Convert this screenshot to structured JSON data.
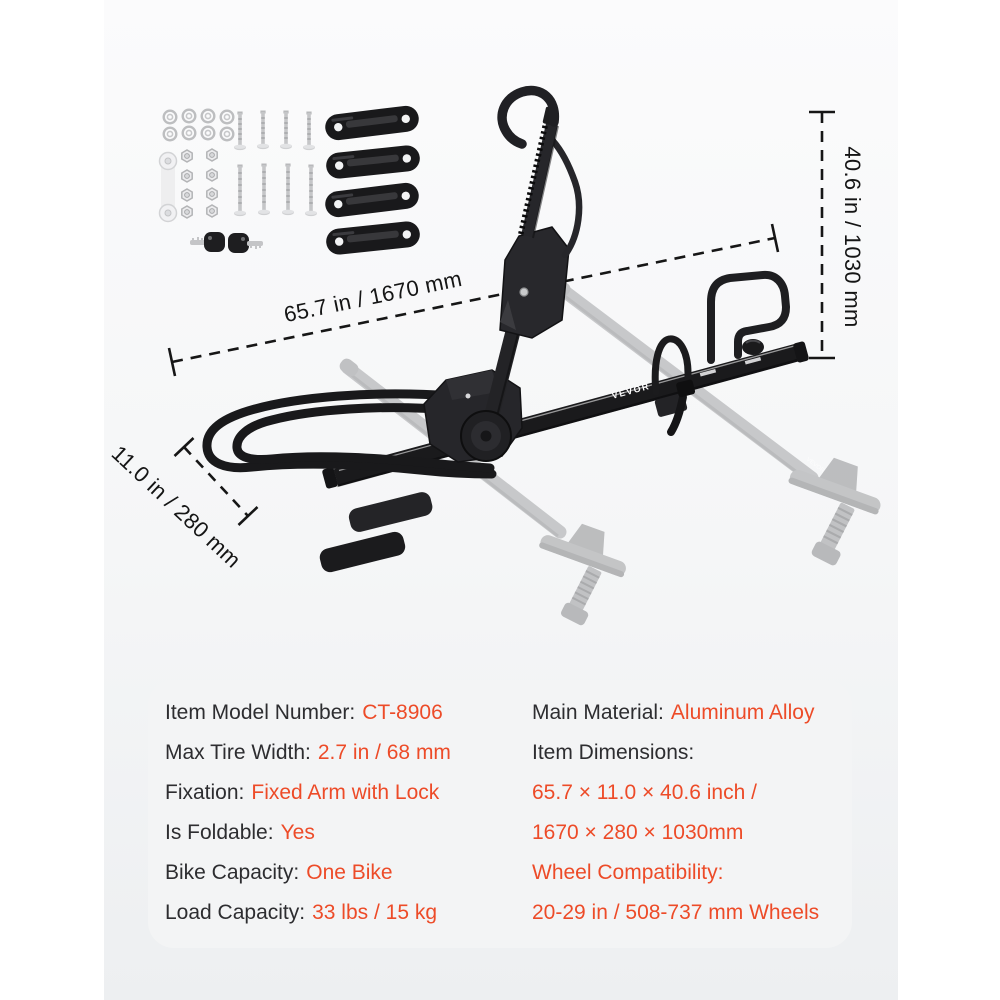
{
  "brand_logo": "VEVOR",
  "dimension_labels": {
    "length": "65.7 in / 1670 mm",
    "height": "40.6 in / 1030 mm",
    "width": "11.0 in / 280 mm"
  },
  "spec_card": {
    "left_column": [
      {
        "label": "Item Model Number:",
        "value": "CT-8906"
      },
      {
        "label": "Max Tire Width:",
        "value": "2.7 in / 68 mm"
      },
      {
        "label": "Fixation:",
        "value": "Fixed Arm with Lock"
      },
      {
        "label": "Is Foldable:",
        "value": "Yes"
      },
      {
        "label": "Bike Capacity:",
        "value": "One Bike"
      },
      {
        "label": "Load Capacity:",
        "value": "33 lbs / 15 kg"
      }
    ],
    "right_column": [
      {
        "label": "Main Material:",
        "value": "Aluminum Alloy"
      },
      {
        "label": "Item Dimensions:",
        "value": ""
      },
      {
        "label": "",
        "value": "65.7 × 11.0 × 40.6 inch /"
      },
      {
        "label": "",
        "value": "1670 × 280 × 1030mm"
      },
      {
        "label": "",
        "value": "Wheel Compatibility:"
      },
      {
        "label": "",
        "value": "20-29 in / 508-737 mm Wheels"
      }
    ]
  },
  "hardware_kit_items": [
    "washers",
    "hex-nuts",
    "short-bolts",
    "long-bolts",
    "mounting-plates",
    "plastic-wrench",
    "lock-keys"
  ],
  "colors": {
    "accent": "#ED4B28",
    "label_ink": "#2D2D30",
    "dimension_ink": "#151515",
    "rack_black": "#1C1C1E",
    "crossbar_gray": "#B9BABC",
    "canvas_top": "#FBFBFC",
    "canvas_bottom": "#EDEFF1",
    "card_bg": "#F3F4F5"
  }
}
